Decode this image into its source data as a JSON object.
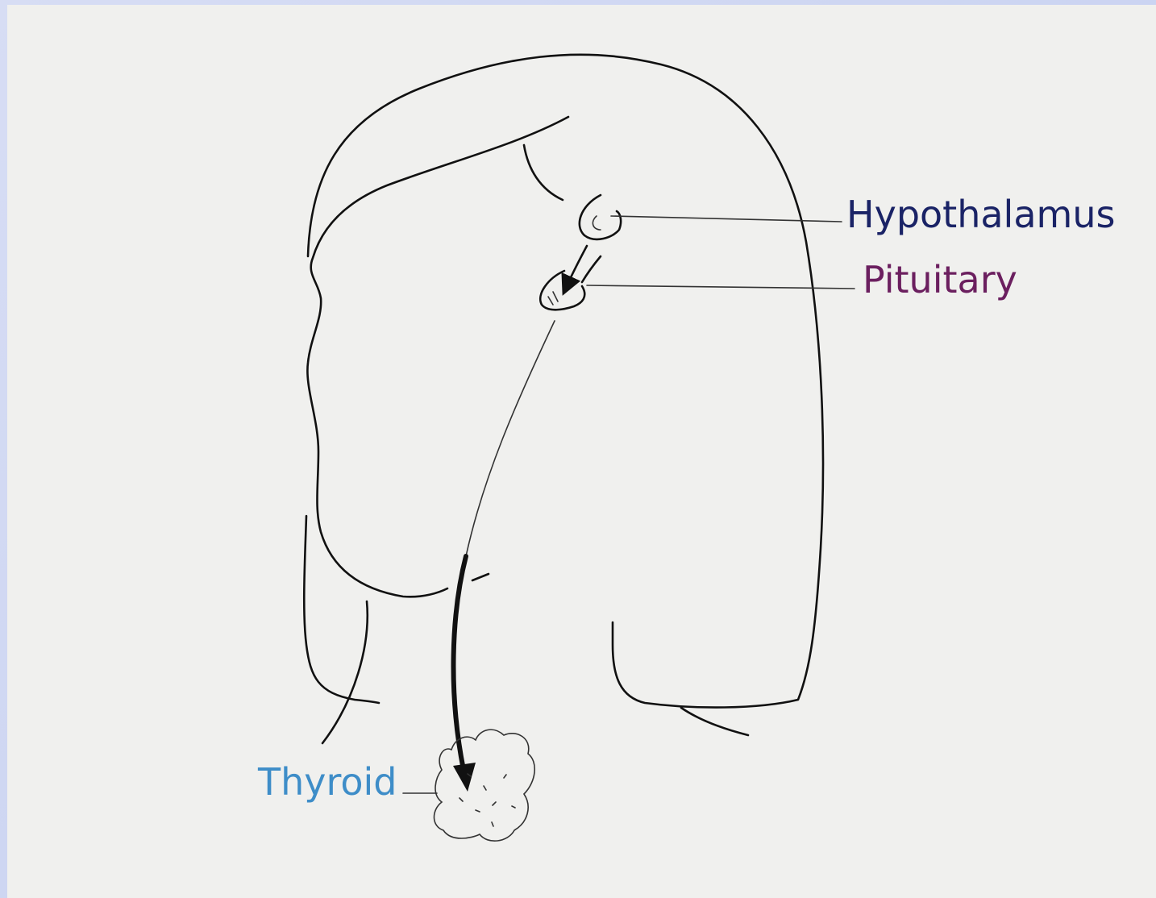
{
  "labels": {
    "hypothalamus": "Hypothalamus",
    "pituitary": "Pituitary",
    "thyroid": "Thyroid"
  },
  "colors": {
    "hypothalamus": "#1a2366",
    "pituitary": "#6b1f5f",
    "thyroid": "#3e8dc8",
    "background_frame": "#c9d3f0",
    "panel": "#f0f0ee"
  }
}
